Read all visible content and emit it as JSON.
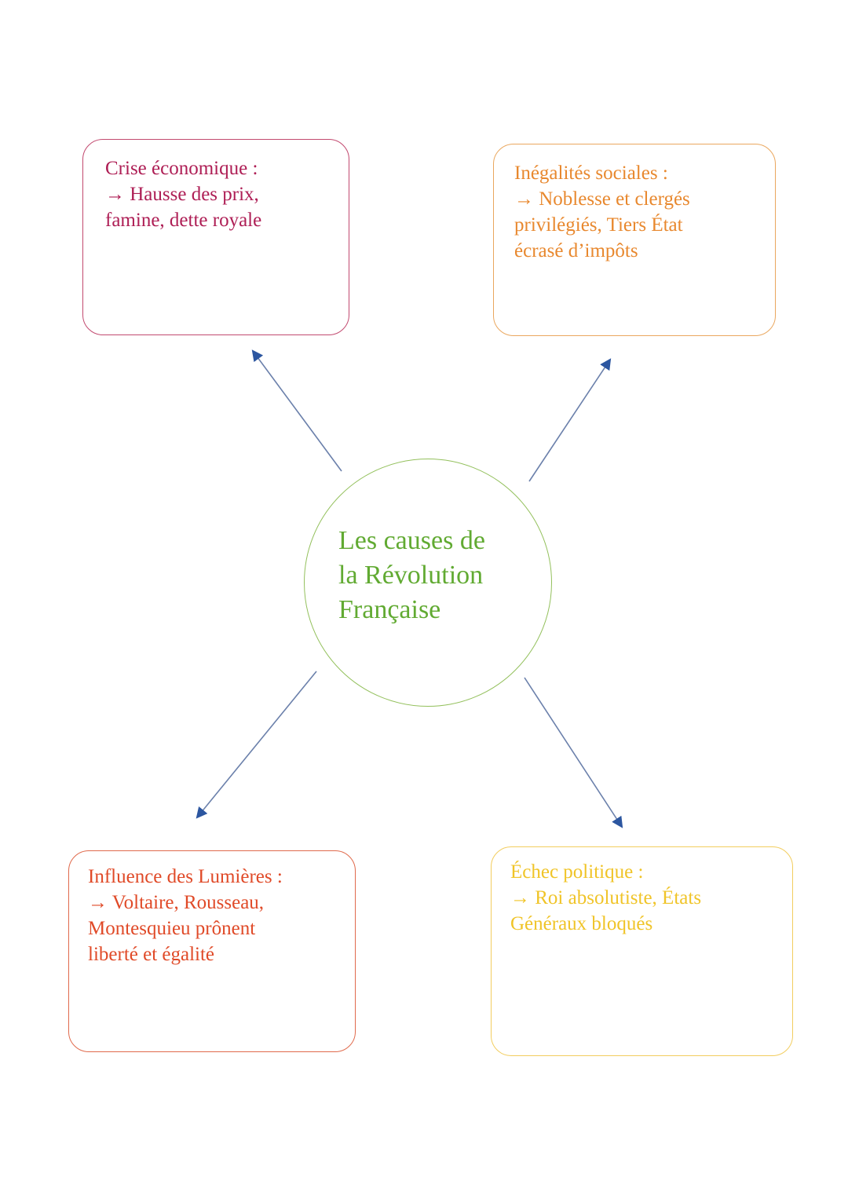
{
  "central": {
    "lines": [
      "Les causes de",
      "la Révolution",
      "Française"
    ]
  },
  "nodes": {
    "crise_economique": {
      "lines": [
        "Crise économique :",
        "→ Hausse des prix,",
        "famine, dette royale"
      ]
    },
    "inegalites_sociales": {
      "lines": [
        "Inégalités sociales :",
        "→ Noblesse et clergés",
        "privilégiés, Tiers État",
        "écrasé d’impôts"
      ]
    },
    "influence_lumieres": {
      "lines": [
        "Influence des Lumières :",
        "→ Voltaire, Rousseau,",
        "Montesquieu prônent",
        "liberté et égalité"
      ]
    },
    "echec_politique": {
      "lines": [
        "Échec politique :",
        "→ Roi absolutiste, États",
        "Généraux bloqués"
      ]
    }
  },
  "colors": {
    "page-bg": "#ffffff",
    "tl-text": "#ae1e55",
    "tl-border": "#c2496f",
    "tr-text": "#e8882e",
    "tr-border": "#eaa75e",
    "bl-text": "#e04a28",
    "bl-border": "#e06a4c",
    "br-text": "#f0c428",
    "br-border": "#f2cd5e",
    "center-text": "#61aa32",
    "center-border": "#93c05c",
    "arrow-line": "#6b80ab",
    "arrow-head": "#2c56a0"
  }
}
